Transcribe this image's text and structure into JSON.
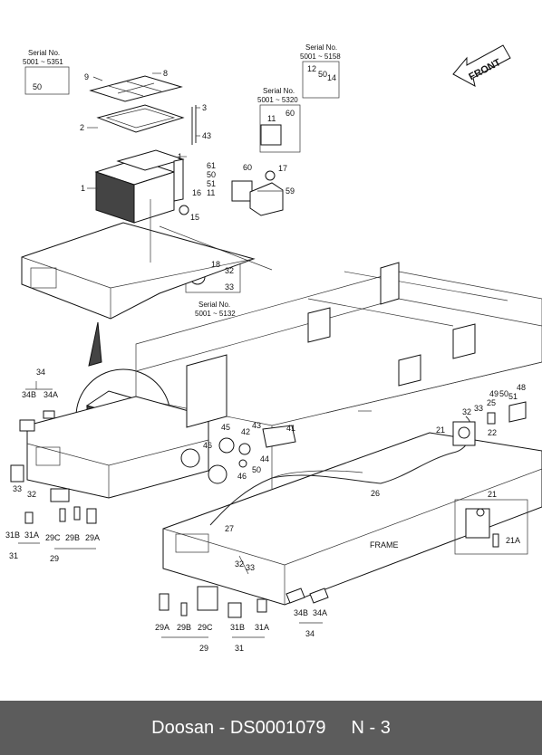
{
  "diagram": {
    "front_label": "FRONT",
    "frame_label": "FRAME",
    "serials": [
      {
        "title": "Serial No.",
        "range": "5001 ~ 5351"
      },
      {
        "title": "Serial No.",
        "range": "5001 ~ 5158"
      },
      {
        "title": "Serial No.",
        "range": "5001 ~ 5320"
      },
      {
        "title": "Serial No.",
        "range": "5001 ~ 5132"
      }
    ],
    "callouts": [
      "9",
      "50",
      "8",
      "2",
      "3",
      "43",
      "1",
      "1",
      "16",
      "15",
      "61",
      "50",
      "51",
      "11",
      "60",
      "17",
      "59",
      "11",
      "60",
      "12",
      "50",
      "14",
      "18",
      "32",
      "33",
      "34",
      "34B",
      "34A",
      "33",
      "32",
      "31B",
      "31A",
      "31",
      "29C",
      "29B",
      "29A",
      "29",
      "45",
      "46",
      "42",
      "43",
      "41",
      "44",
      "46",
      "50",
      "26",
      "27",
      "32",
      "33",
      "29A",
      "29B",
      "29C",
      "29",
      "31B",
      "31A",
      "31",
      "34B",
      "34A",
      "34",
      "32",
      "33",
      "25",
      "49",
      "50",
      "51",
      "48",
      "21",
      "22",
      "21",
      "21A"
    ]
  },
  "footer": {
    "doc_id": "Doosan - DS0001079",
    "page": "N - 3"
  }
}
